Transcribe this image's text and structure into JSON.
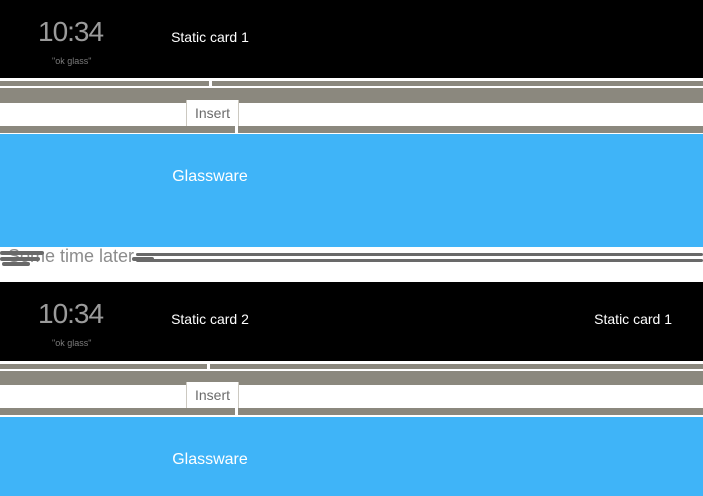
{
  "palette": {
    "card_black": "#000000",
    "strip_gray": "#8b887e",
    "glassware_blue": "#3fb4f8",
    "divider_line_gray": "#696969"
  },
  "timeline_before": {
    "clock_card": {
      "time": "10:34",
      "voice_hint": "\"ok glass\""
    },
    "static_card_center": "Static card 1",
    "insert_action": "Insert",
    "glassware_card": "Glassware"
  },
  "divider": {
    "label": "Some time later"
  },
  "timeline_after": {
    "clock_card": {
      "time": "10:34",
      "voice_hint": "\"ok glass\""
    },
    "static_card_center": "Static card 2",
    "static_card_right": "Static card 1",
    "insert_action": "Insert",
    "glassware_card": "Glassware"
  }
}
